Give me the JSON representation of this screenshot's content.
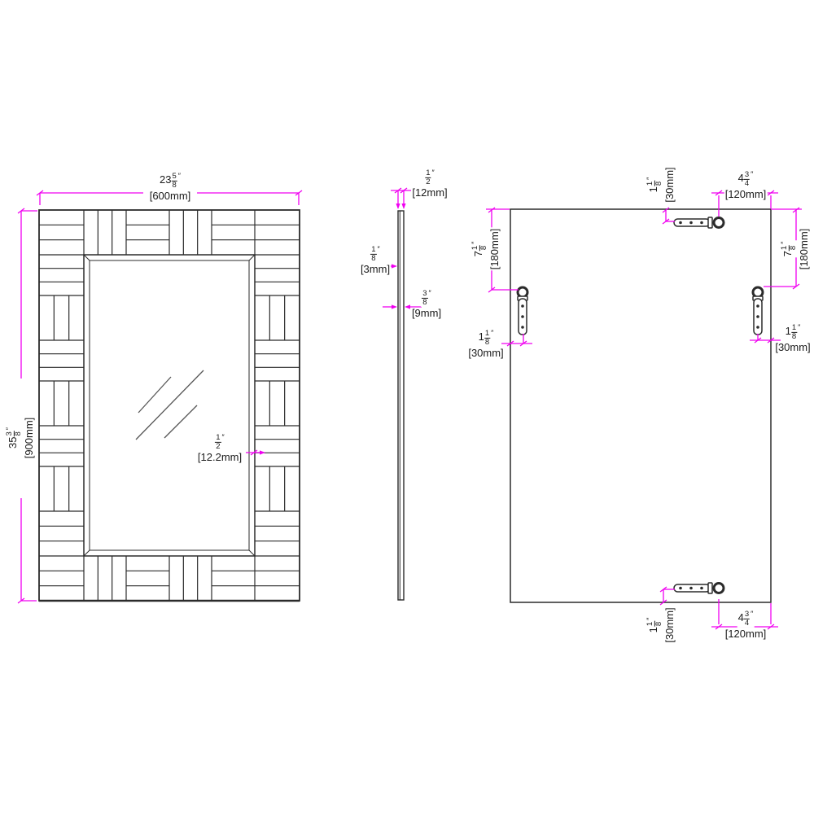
{
  "colors": {
    "dimension_line": "#f000f0",
    "drawing_line": "#2b2b2b",
    "background": "#ffffff",
    "text": "#1a1a1a"
  },
  "views": {
    "front": {
      "dims": {
        "width": {
          "whole": "23",
          "num": "5",
          "den": "8",
          "unit": "″",
          "mm": "[600mm]"
        },
        "height": {
          "whole": "35",
          "num": "3",
          "den": "8",
          "unit": "″",
          "mm": "[900mm]"
        },
        "thickness": {
          "whole": "",
          "num": "1",
          "den": "2",
          "unit": "″",
          "mm": "[12.2mm]"
        }
      }
    },
    "side": {
      "dims": {
        "total_thickness": {
          "whole": "",
          "num": "1",
          "den": "2",
          "unit": "″",
          "mm": "[12mm]"
        },
        "glass_thickness": {
          "whole": "",
          "num": "1",
          "den": "8",
          "unit": "″",
          "mm": "[3mm]"
        },
        "panel_thickness": {
          "whole": "",
          "num": "3",
          "den": "8",
          "unit": "″",
          "mm": "[9mm]"
        }
      }
    },
    "back": {
      "dims": {
        "top_hanger_offset": {
          "whole": "1",
          "num": "1",
          "den": "8",
          "unit": "″",
          "mm": "[30mm]"
        },
        "top_hanger_inset": {
          "whole": "4",
          "num": "3",
          "den": "4",
          "unit": "″",
          "mm": "[120mm]"
        },
        "left_hanger_drop": {
          "whole": "7",
          "num": "1",
          "den": "8",
          "unit": "″",
          "mm": "[180mm]"
        },
        "right_hanger_drop": {
          "whole": "7",
          "num": "1",
          "den": "8",
          "unit": "″",
          "mm": "[180mm]"
        },
        "left_hanger_offset": {
          "whole": "1",
          "num": "1",
          "den": "8",
          "unit": "″",
          "mm": "[30mm]"
        },
        "right_hanger_offset": {
          "whole": "1",
          "num": "1",
          "den": "8",
          "unit": "″",
          "mm": "[30mm]"
        },
        "bottom_hanger_offset": {
          "whole": "1",
          "num": "1",
          "den": "8",
          "unit": "″",
          "mm": "[30mm]"
        },
        "bottom_hanger_inset": {
          "whole": "4",
          "num": "3",
          "den": "4",
          "unit": "″",
          "mm": "[120mm]"
        }
      }
    }
  }
}
